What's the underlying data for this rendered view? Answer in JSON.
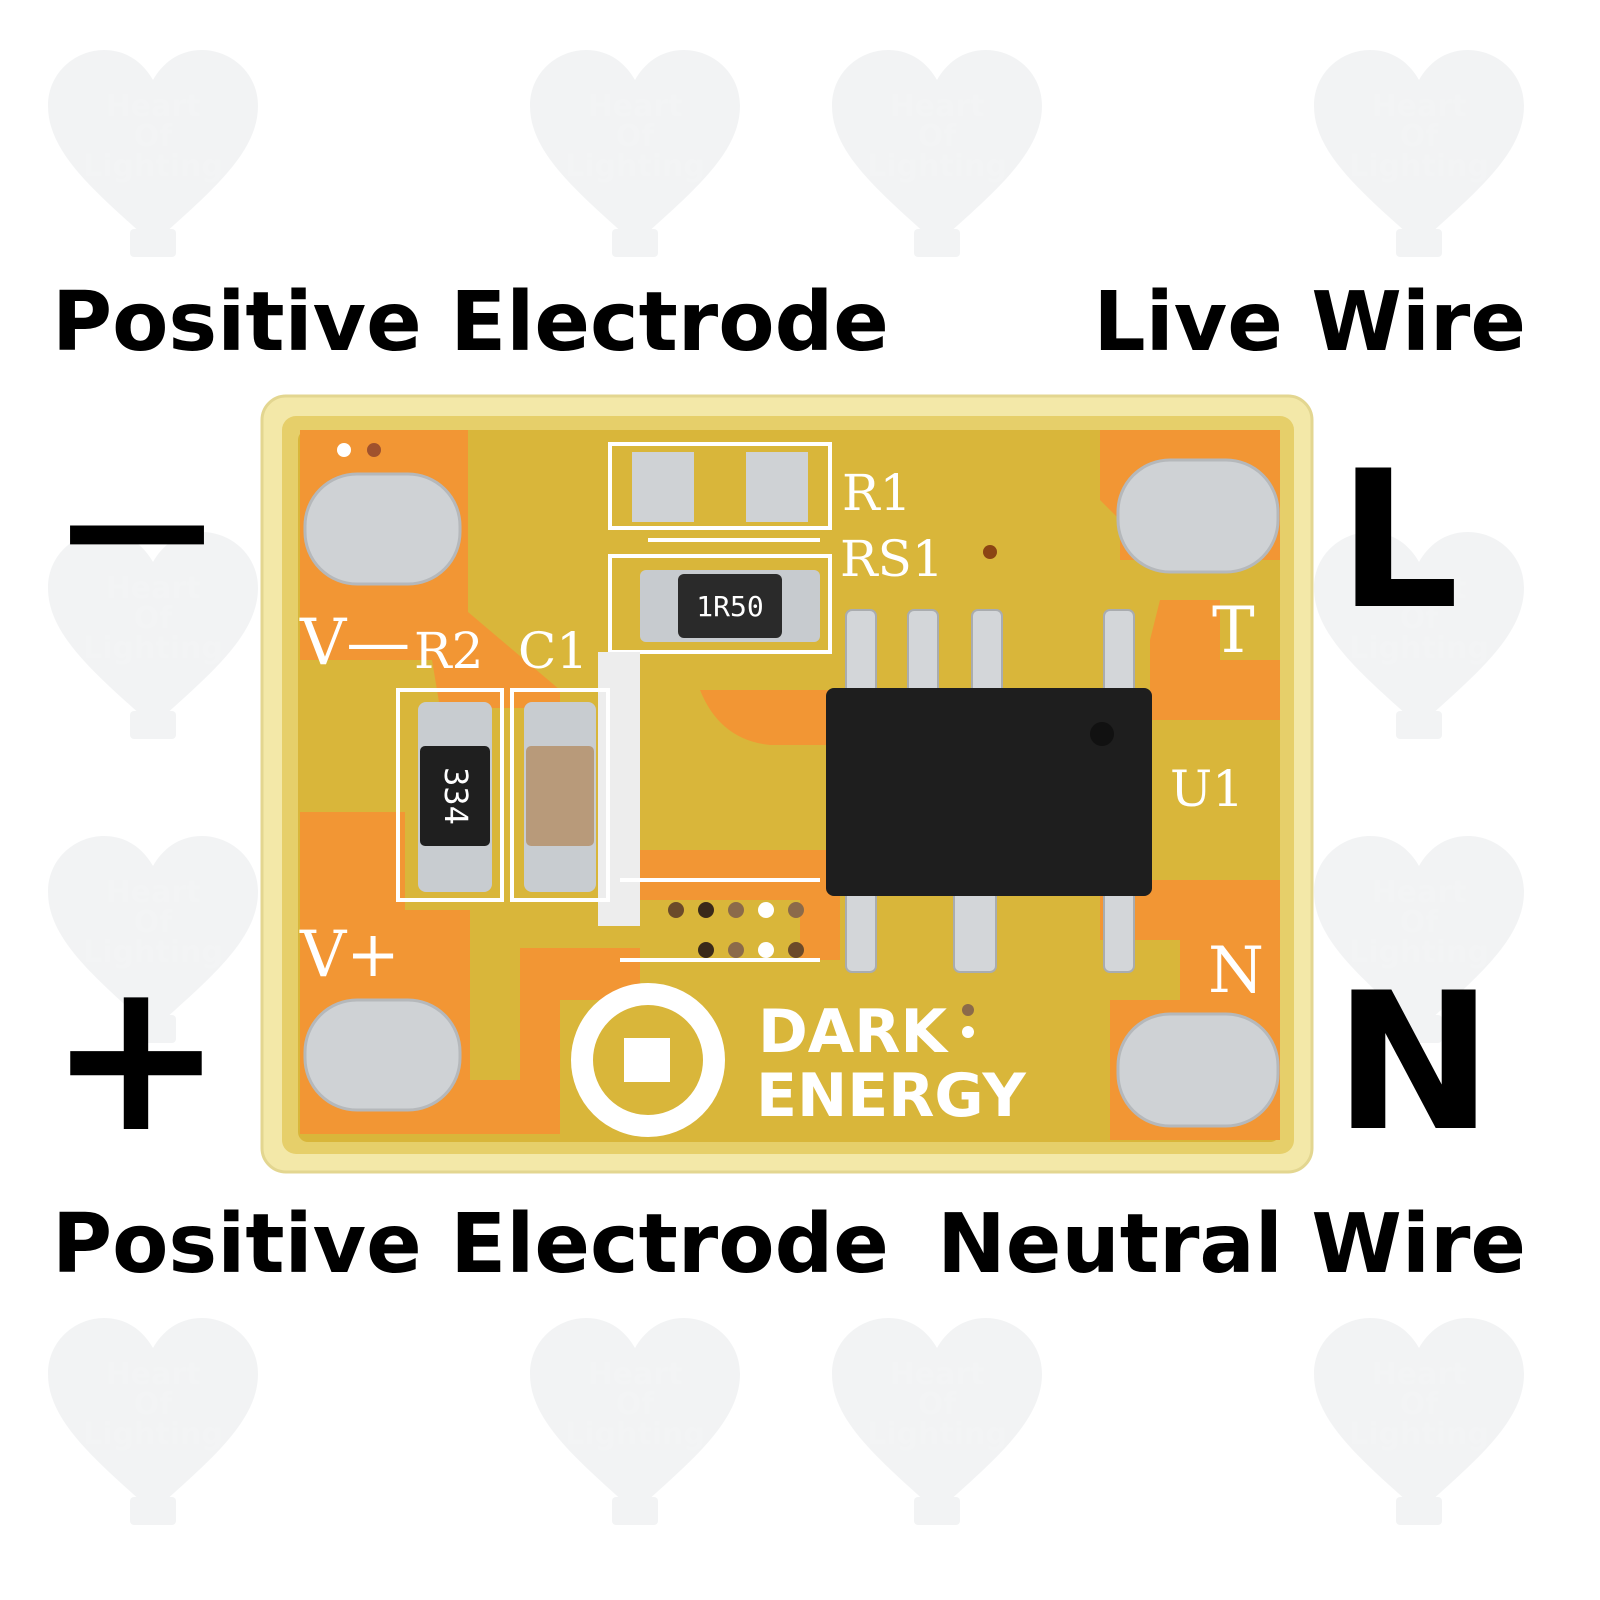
{
  "watermark": {
    "line1": "Heart",
    "line2": "Of",
    "line3": "Lighting"
  },
  "labels": {
    "top_left": "Positive Electrode",
    "top_right": "Live Wire",
    "bottom_left": "Positive Electrode",
    "bottom_right": "Neutral Wire",
    "minus_symbol": "—",
    "plus_symbol": "+",
    "live_letter": "L",
    "neutral_letter": "N"
  },
  "board": {
    "silkscreen": {
      "r1": "R1",
      "rs1": "RS1",
      "v_minus": "V—",
      "r2": "R2",
      "c1": "C1",
      "v_plus": "V+",
      "t": "T",
      "u1": "U1",
      "n": "N"
    },
    "resistor_rs1_code": "1R50",
    "resistor_r2_code": "334",
    "logo_line1": "DARK",
    "logo_line2": "ENERGY",
    "colors": {
      "substrate": "#f3e8a8",
      "solder_mask": "#d9b63a",
      "copper_pad": "#f29634",
      "silver": "#cfd2d5",
      "chip": "#1e1e1e",
      "silkscreen": "#ffffff"
    }
  }
}
